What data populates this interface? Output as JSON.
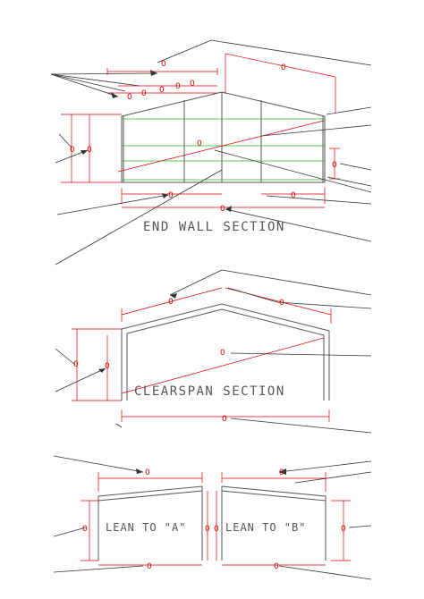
{
  "sections": {
    "end_wall": {
      "title": "END WALL SECTION"
    },
    "clearspan": {
      "title": "CLEARSPAN SECTION"
    },
    "lean_to_a": {
      "title": "LEAN TO \"A\""
    },
    "lean_to_b": {
      "title": "LEAN TO \"B\""
    }
  },
  "dimension_value": "0"
}
